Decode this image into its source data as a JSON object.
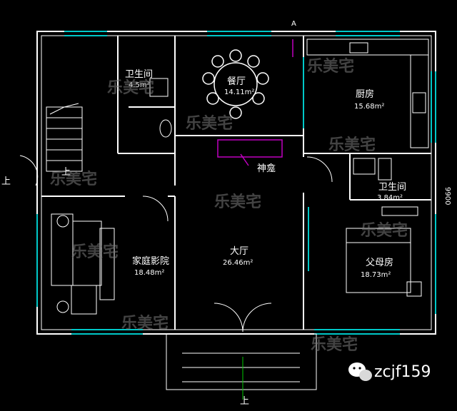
{
  "rooms": {
    "bath1": {
      "name": "卫生间",
      "area": "4.5m²"
    },
    "dining": {
      "name": "餐厅",
      "area": "14.11m²"
    },
    "kitchen": {
      "name": "厨房",
      "area": "15.68m²"
    },
    "shrine": {
      "name": "神龛"
    },
    "bath2": {
      "name": "卫生间",
      "area": "3.84m²"
    },
    "theater": {
      "name": "家庭影院",
      "area": "18.48m²"
    },
    "living": {
      "name": "大厅",
      "area": "26.46m²"
    },
    "parents": {
      "name": "父母房",
      "area": "18.73m²"
    }
  },
  "markers": {
    "up_stair": "上",
    "up_left": "上",
    "up_entry": "上",
    "section_a": "A",
    "dimension_right": "9900"
  },
  "watermark": "乐美宅",
  "logo": {
    "text": "zcjf159",
    "icon": "wechat-icon"
  },
  "colors": {
    "wall": "#ffffff",
    "window": "#00c8c8",
    "annot": "#c000c0",
    "bg": "#000000"
  }
}
